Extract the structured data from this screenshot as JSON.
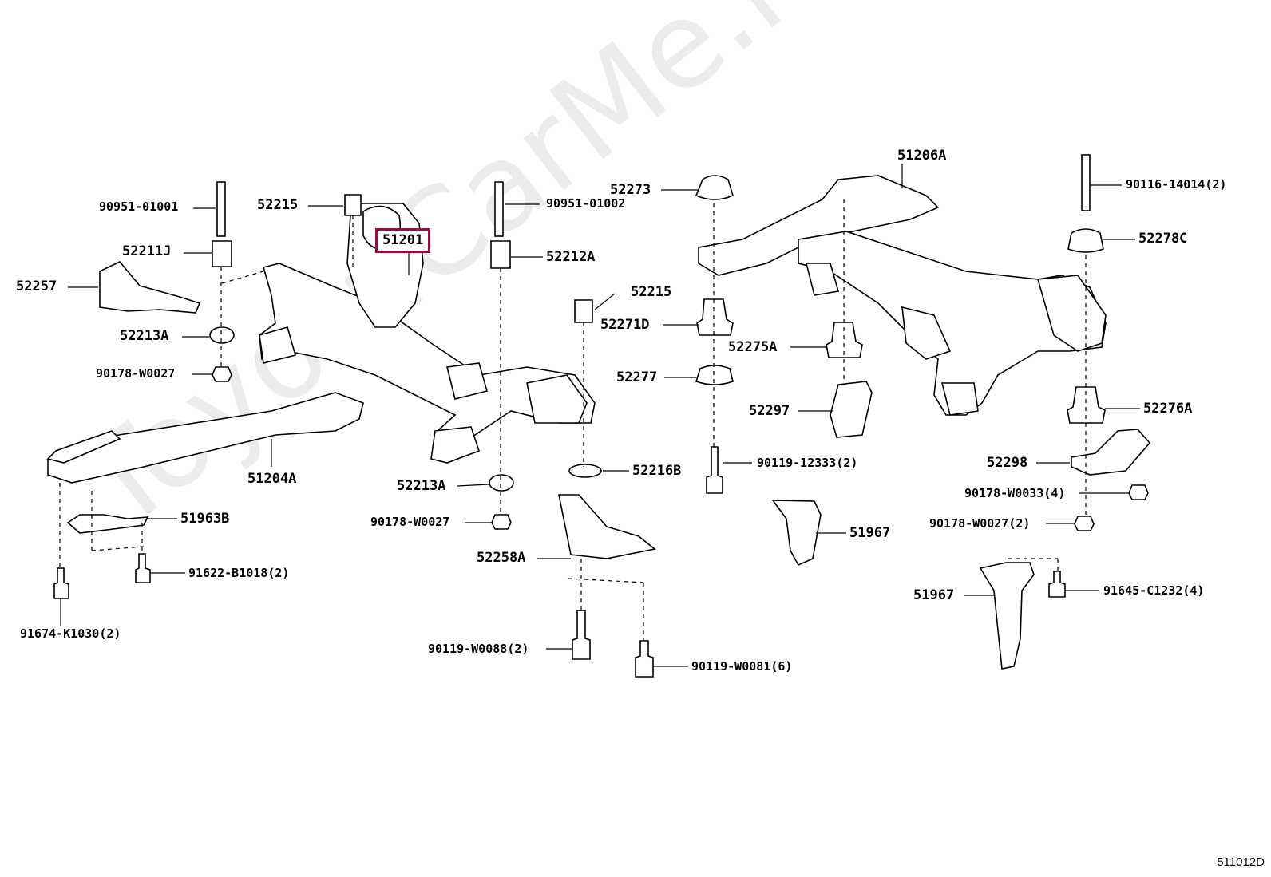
{
  "watermark": "ToyotaCarMe.ru",
  "figure_code": "511012D",
  "highlight_color": "#8b1538",
  "labels": {
    "p90951_01001": "90951-01001",
    "p52215_a": "52215",
    "p52211j": "52211J",
    "p52257": "52257",
    "p52213a_a": "52213A",
    "p90178_w0027_a": "90178-W0027",
    "p51201": "51201",
    "p90951_01002": "90951-01002",
    "p52212a": "52212A",
    "p52215_b": "52215",
    "p52213a_b": "52213A",
    "p90178_w0027_b": "90178-W0027",
    "p51204a": "51204A",
    "p51963b": "51963B",
    "p91622_b1018": "91622-B1018(2)",
    "p91674_k1030": "91674-K1030(2)",
    "p52216b": "52216B",
    "p52258a": "52258A",
    "p90119_w0088": "90119-W0088(2)",
    "p90119_w0081": "90119-W0081(6)",
    "p52273": "52273",
    "p52271d": "52271D",
    "p52277": "52277",
    "p90119_12333": "90119-12333(2)",
    "p51206a": "51206A",
    "p52275a": "52275A",
    "p52297": "52297",
    "p51967_a": "51967",
    "p90116_14014": "90116-14014(2)",
    "p52278c": "52278C",
    "p52276a": "52276A",
    "p52298": "52298",
    "p90178_w0033": "90178-W0033(4)",
    "p90178_w0027_c": "90178-W0027(2)",
    "p91645_c1232": "91645-C1232(4)",
    "p51967_b": "51967"
  }
}
